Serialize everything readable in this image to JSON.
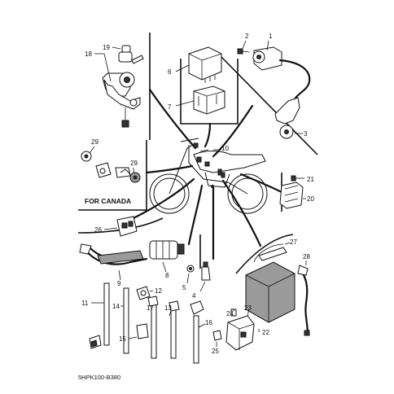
{
  "diagram_code": "5HPK100-B380",
  "canada_label": "FOR CANADA",
  "callouts": [
    "1",
    "2",
    "3",
    "4",
    "5",
    "6",
    "7",
    "8",
    "9",
    "10",
    "11",
    "12",
    "13",
    "14",
    "15",
    "16",
    "17",
    "18",
    "19",
    "20",
    "21",
    "22",
    "23",
    "24",
    "25",
    "26",
    "27",
    "28",
    "29"
  ]
}
